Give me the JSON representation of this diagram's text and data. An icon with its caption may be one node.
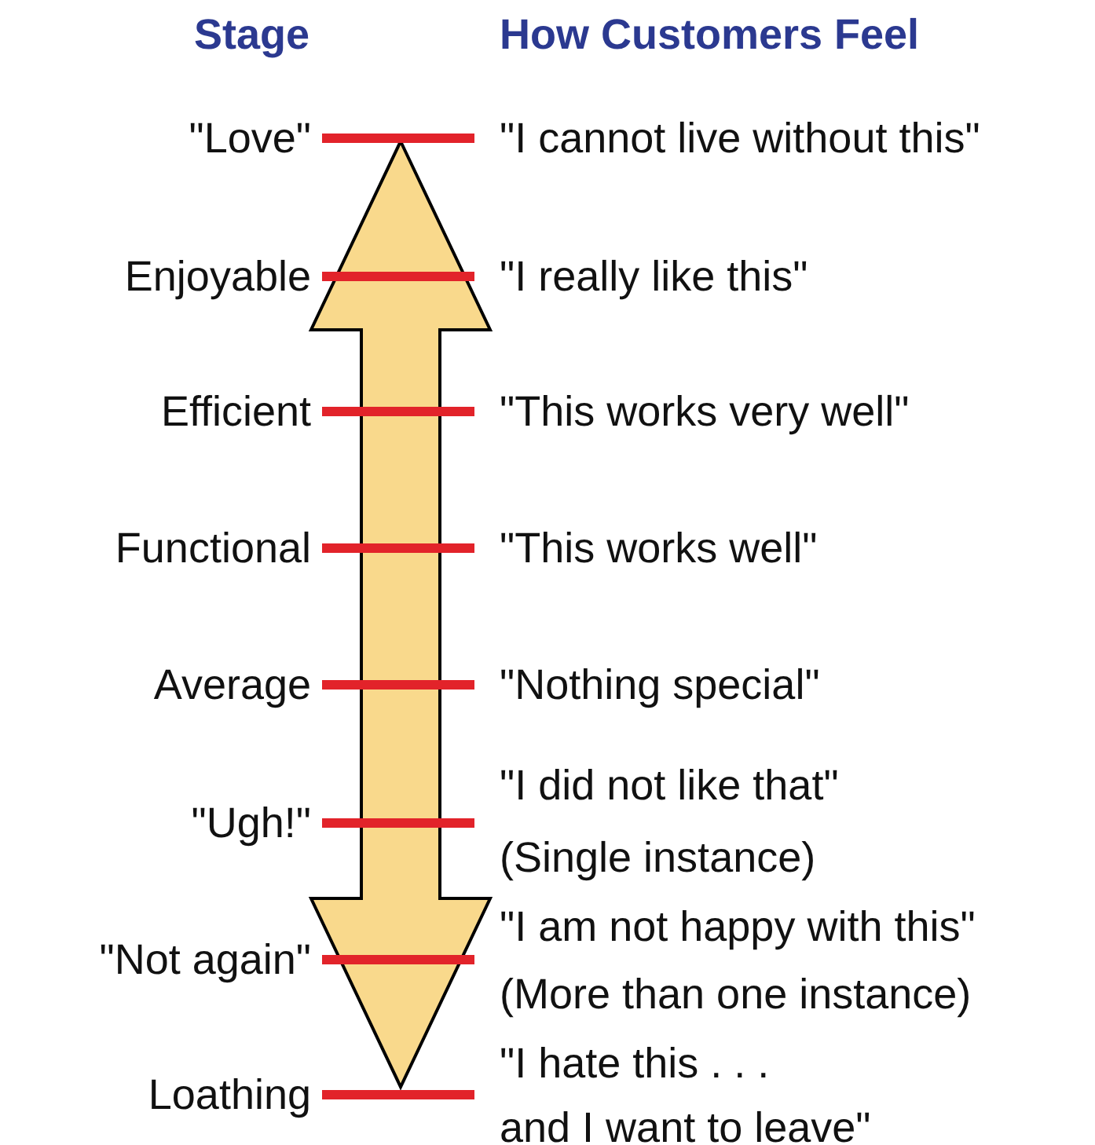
{
  "diagram": {
    "labels": [
      "Stage",
      "How Customers Feel",
      "\"Love\"",
      "\"I cannot live without this\"",
      "Enjoyable",
      "\"I really like this\"",
      "Efficient",
      "\"This works very well\"",
      "Functional",
      "\"This works well\"",
      "Average",
      "\"Nothing special\"",
      "\"Ugh!\"",
      "\"I did not like that\"",
      "(Single instance)",
      "\"Not again\"",
      "\"I am not happy with this\"",
      "(More than one instance)",
      "Loathing",
      "\"I hate this . . .",
      "and I want to leave\""
    ]
  }
}
